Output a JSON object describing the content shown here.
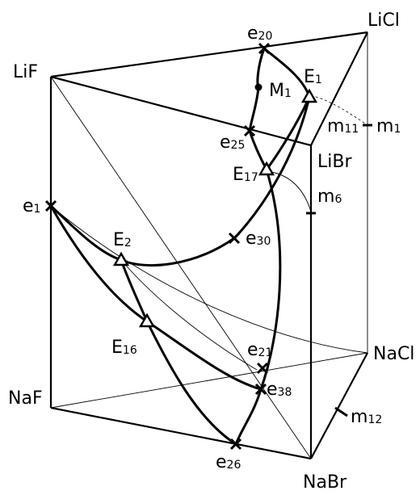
{
  "vertices": {
    "lif": "LiF",
    "licl": "LiCl",
    "libr": "LiBr",
    "naf": "NaF",
    "nacl": "NaCl",
    "nabr": "NaBr"
  },
  "points": {
    "e20": {
      "base": "e",
      "sub": "20"
    },
    "e25": {
      "base": "e",
      "sub": "25"
    },
    "e1": {
      "base": "e",
      "sub": "1"
    },
    "e30": {
      "base": "e",
      "sub": "30"
    },
    "e21": {
      "base": "e",
      "sub": "21"
    },
    "e38": {
      "base": "e",
      "sub": "38"
    },
    "e26": {
      "base": "e",
      "sub": "26"
    },
    "E1": {
      "base": "E",
      "sub": "1"
    },
    "E17": {
      "base": "E",
      "sub": "17"
    },
    "E2": {
      "base": "E",
      "sub": "2"
    },
    "E16": {
      "base": "E",
      "sub": "16"
    },
    "M1": {
      "base": "M",
      "sub": "1"
    },
    "m11": {
      "base": "m",
      "sub": "11"
    },
    "m1": {
      "base": "m",
      "sub": "1"
    },
    "m6": {
      "base": "m",
      "sub": "6"
    },
    "m12": {
      "base": "m",
      "sub": "12"
    }
  }
}
